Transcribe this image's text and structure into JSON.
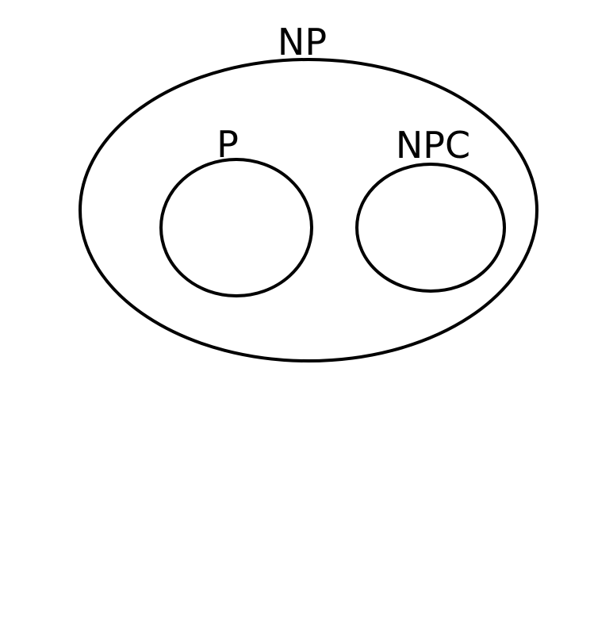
{
  "diagram": {
    "outer_set": {
      "label": "NP"
    },
    "inner_sets": [
      {
        "label": "P"
      },
      {
        "label": "NPC"
      }
    ]
  },
  "colors": {
    "background": "#ffffff",
    "stroke": "#000000"
  }
}
